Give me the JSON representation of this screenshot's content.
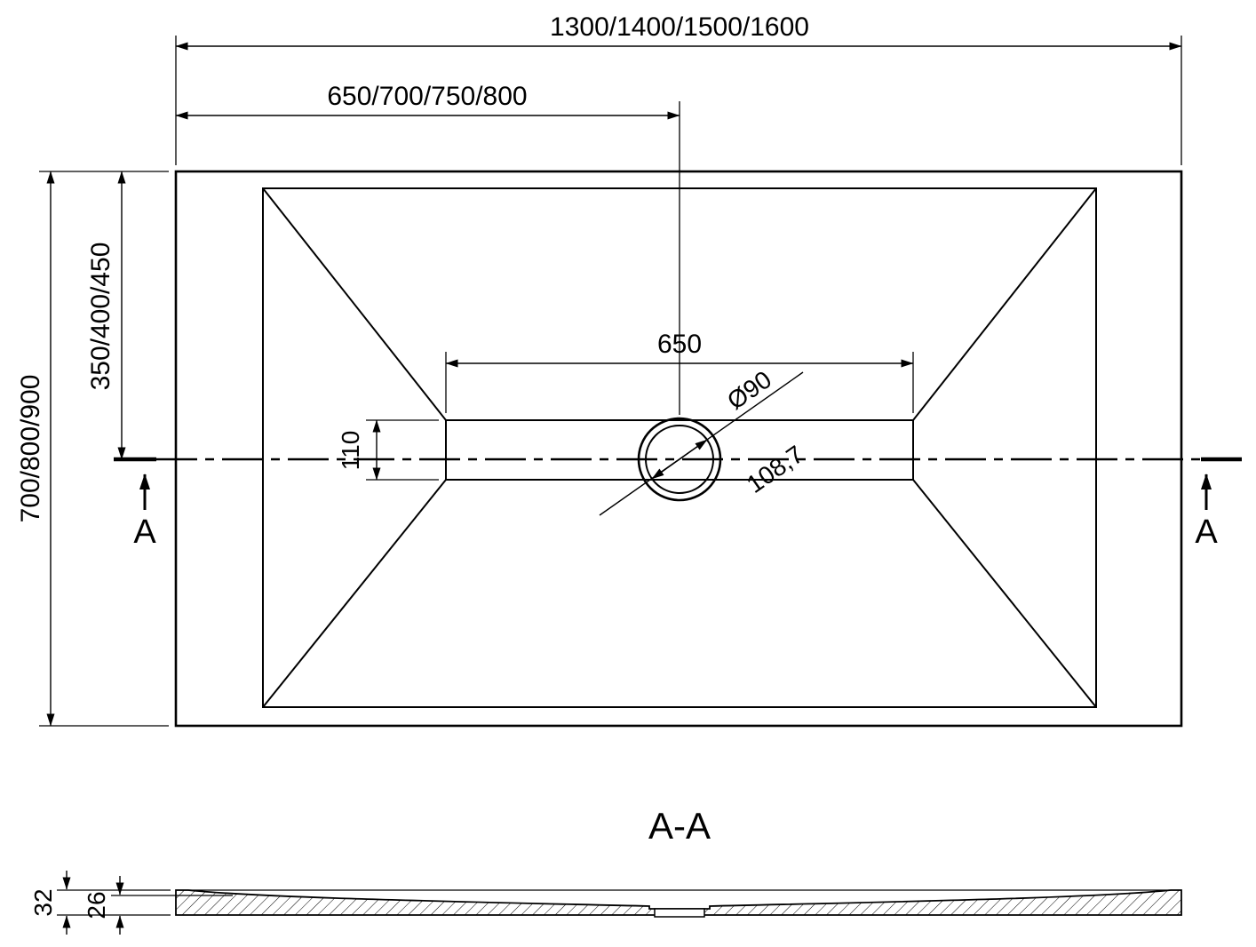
{
  "top_view": {
    "dim_overall_width": "1300/1400/1500/1600",
    "dim_center_width": "650/700/750/800",
    "dim_overall_depth": "700/800/900",
    "dim_center_depth": "350/400/450",
    "dim_channel_length": "650",
    "dim_channel_width": "110",
    "dim_drain_diameter": "Ø90",
    "dim_drain_diagonal": "108,7",
    "section_marker_left": "A",
    "section_marker_right": "A"
  },
  "section_view": {
    "title": "A-A",
    "dim_total_thickness": "32",
    "dim_base_thickness": "26"
  },
  "colors": {
    "line": "#000000",
    "background": "#ffffff"
  }
}
